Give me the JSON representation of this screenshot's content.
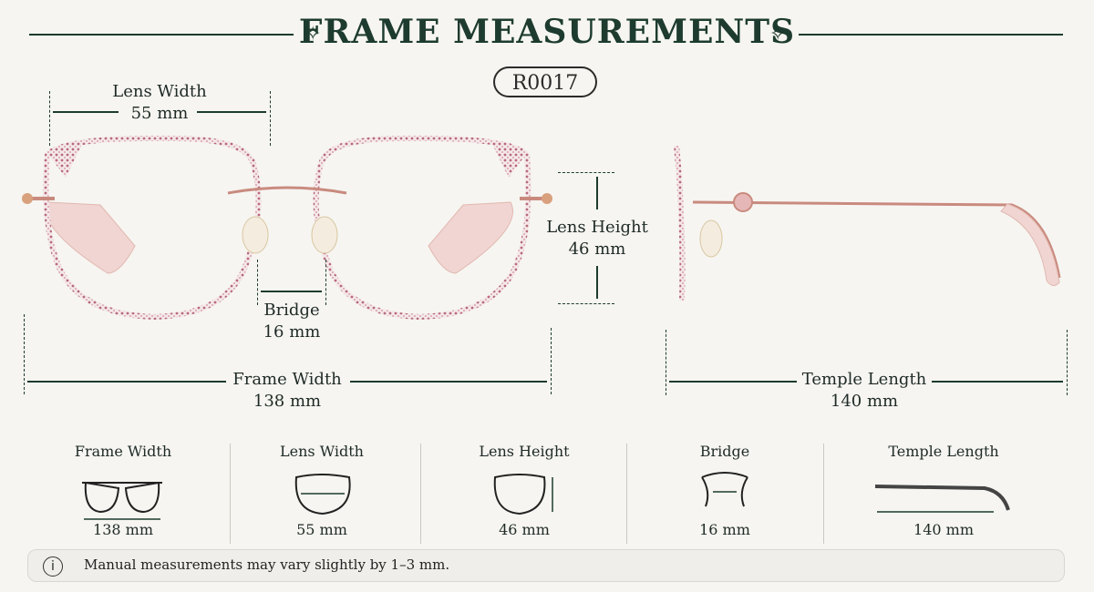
{
  "header": {
    "title": "FRAME MEASUREMENTS",
    "model": "R0017",
    "sparkle_icon": "sparkle-icon"
  },
  "front": {
    "lens_width": {
      "label": "Lens Width",
      "value": "55 mm"
    },
    "bridge": {
      "label": "Bridge",
      "value": "16 mm"
    },
    "frame_width": {
      "label": "Frame Width",
      "value": "138 mm"
    },
    "lens_height": {
      "label": "Lens Height",
      "value": "46 mm"
    }
  },
  "side": {
    "temple_length": {
      "label": "Temple Length",
      "value": "140 mm"
    }
  },
  "summary": [
    {
      "label": "Frame Width",
      "value": "138 mm",
      "icon": "frame-width-icon"
    },
    {
      "label": "Lens Width",
      "value": "55 mm",
      "icon": "lens-width-icon"
    },
    {
      "label": "Lens Height",
      "value": "46 mm",
      "icon": "lens-height-icon"
    },
    {
      "label": "Bridge",
      "value": "16 mm",
      "icon": "bridge-icon"
    },
    {
      "label": "Temple Length",
      "value": "140 mm",
      "icon": "temple-length-icon"
    }
  ],
  "note": {
    "text": "Manual measurements may vary slightly by 1–3 mm.",
    "icon": "info-icon"
  },
  "colors": {
    "accent": "#1d3b2f",
    "frame": "#c98a7e",
    "pattern": "#b86a7a"
  }
}
